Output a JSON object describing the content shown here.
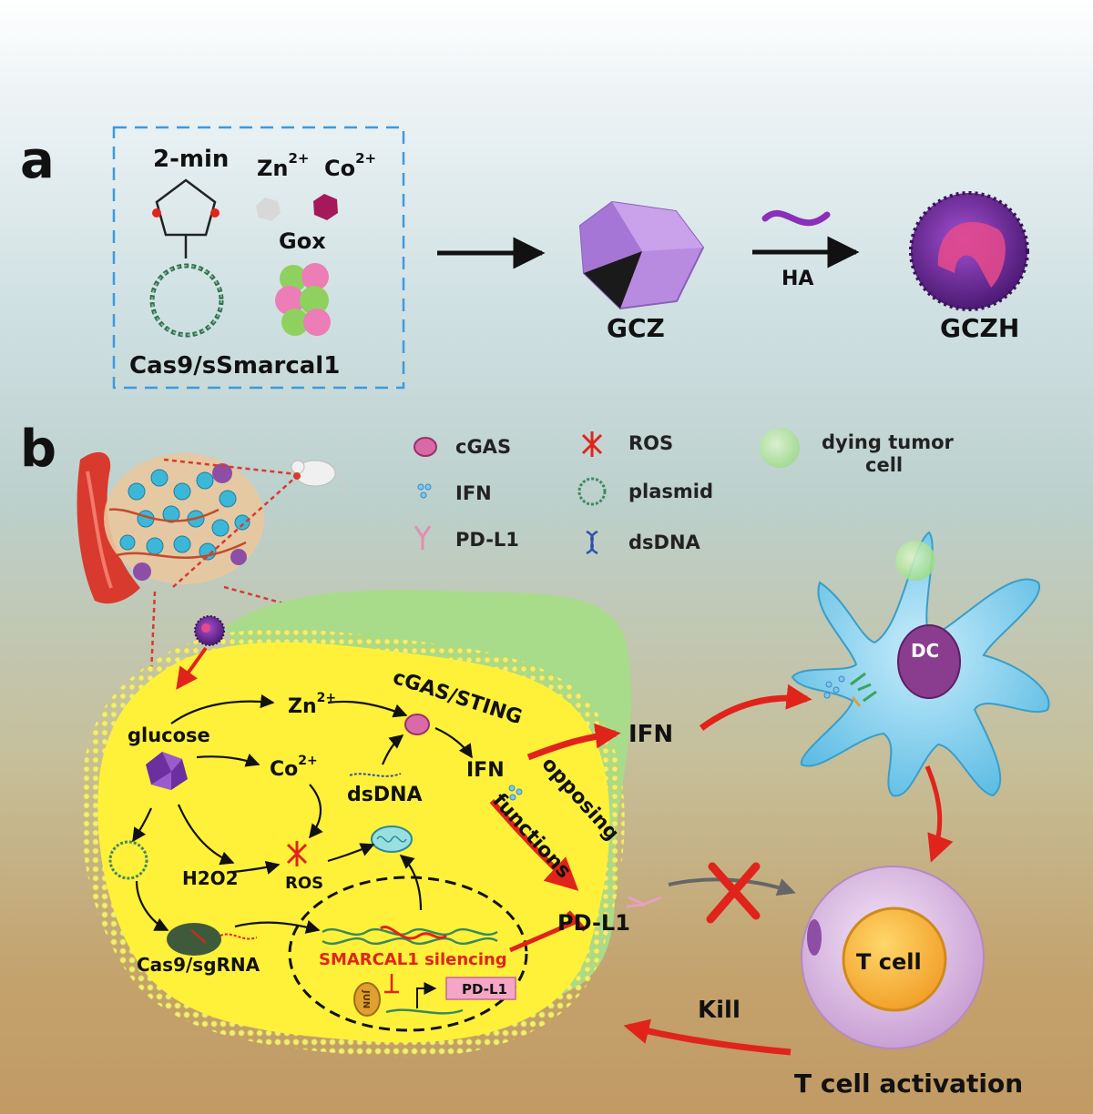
{
  "panels": {
    "a": "a",
    "b": "b"
  },
  "panel_a": {
    "ligand": "2-min",
    "zn": "Zn",
    "co": "Co",
    "charge": "2+",
    "gox": "Gox",
    "plasmid": "Cas9/sSmarcal1",
    "product1": "GCZ",
    "coating": "HA",
    "product2": "GCZH"
  },
  "legend": {
    "cgas": "cGAS",
    "ros": "ROS",
    "dying_line1": "dying tumor",
    "dying_line2": "cell",
    "ifn": "IFN",
    "plasmid": "plasmid",
    "pdl1": "PD-L1",
    "dsdna": "dsDNA"
  },
  "cell": {
    "cgas_sting": "cGAS/STING",
    "zn": "Zn",
    "co": "Co",
    "charge": "2+",
    "glucose": "glucose",
    "ifn": "IFN",
    "dsdna": "dsDNA",
    "h2o2": "H2O2",
    "ros": "ROS",
    "opposing": "opposing",
    "functions": "functions",
    "pdl1": "PD-L1",
    "cas9": "Cas9/sgRNA",
    "silencing": "SMARCAL1 silencing",
    "promoter_pdl1": "PD-L1",
    "factor": "JUN"
  },
  "right": {
    "ifn_out": "IFN",
    "dc": "DC",
    "tcell": "T cell",
    "kill": "Kill",
    "activation": "T cell activation"
  }
}
